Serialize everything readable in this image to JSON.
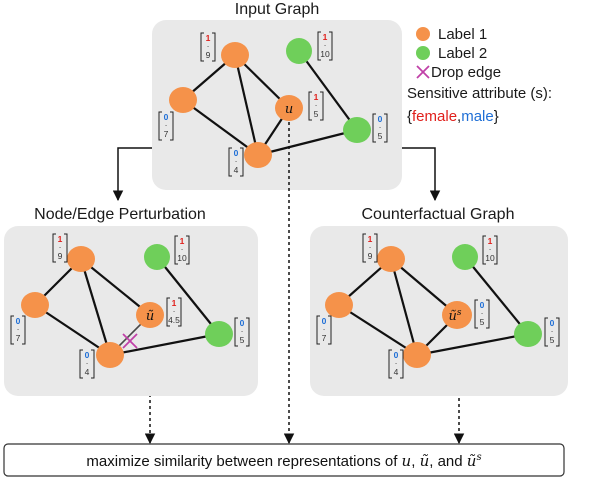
{
  "panels": {
    "input": {
      "title": "Input Graph"
    },
    "perturbation": {
      "title": "Node/Edge Perturbation"
    },
    "counterfactual": {
      "title": "Counterfactual Graph"
    }
  },
  "legend": {
    "label1": "Label 1",
    "label2": "Label 2",
    "drop_edge": "Drop edge",
    "sensitive_attr": "Sensitive attribute (s):",
    "brace_open": "{",
    "female": "female",
    "comma": ",",
    "male": "male",
    "brace_close": "}",
    "colors": {
      "label1": "#f5924a",
      "label2": "#6fcf5a",
      "drop_edge": "#c040a8",
      "female": "#e0201c",
      "male": "#1f6fd6"
    }
  },
  "nodes": {
    "top_vec": {
      "top": "1",
      "mid": "·",
      "bot": "9"
    },
    "green_vec": {
      "top": "1",
      "mid": "·",
      "bot": "10"
    },
    "left_vec": {
      "top": "0",
      "mid": "·",
      "bot": "7"
    },
    "bottom_vec": {
      "top": "0",
      "mid": "·",
      "bot": "4"
    },
    "right_vec": {
      "top": "0",
      "mid": "·",
      "bot": "5"
    },
    "u_input": {
      "label": "u",
      "top": "1",
      "mid": "·",
      "bot": "5"
    },
    "u_perturb": {
      "label": "ũ",
      "top": "1",
      "mid": "·",
      "bot": "4.5"
    },
    "u_cf": {
      "label": "ũ",
      "sup": "s",
      "top": "0",
      "mid": "·",
      "bot": "5"
    }
  },
  "bottom": {
    "prefix": "maximize similarity between representations of ",
    "u": "u",
    "sep1": ", ",
    "ut": "ũ",
    "and": ", and ",
    "us": "ũ",
    "us_sup": "s"
  }
}
